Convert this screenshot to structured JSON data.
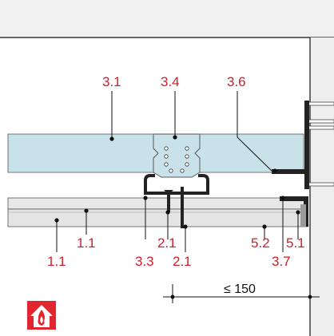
{
  "labels": {
    "l_3_1": "3.1",
    "l_3_4": "3.4",
    "l_3_6": "3.6",
    "l_1_1_left": "1.1",
    "l_1_1_right": "1.1",
    "l_3_3": "3.3",
    "l_2_1_top": "2.1",
    "l_2_1_bottom": "2.1",
    "l_5_2": "5.2",
    "l_5_1": "5.1",
    "l_3_7": "3.7"
  },
  "dimension": {
    "text": "≤ 150"
  },
  "icon": {
    "name": "fire-protection-icon",
    "color": "#e2262f"
  },
  "colors": {
    "label": "#d01e2a",
    "board": "#c9e2ea",
    "panel": "#e4e4e4",
    "header_bg": "#f0f0f0"
  }
}
